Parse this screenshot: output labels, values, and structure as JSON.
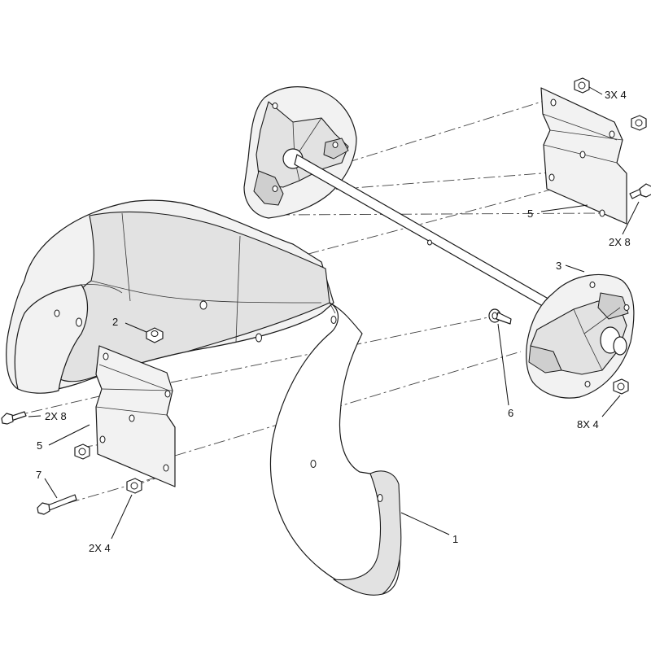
{
  "callouts": {
    "c1": "1",
    "c2": "2",
    "c3": "3",
    "c5_right": "5",
    "c5_left": "5",
    "c6": "6",
    "c7": "7",
    "qty_3x4": "3X 4",
    "qty_2x8_right": "2X 8",
    "qty_2x8_left": "2X 8",
    "qty_8x4": "8X 4",
    "qty_2x4": "2X 4"
  },
  "colors": {
    "line": "#1a1a1a",
    "fill_light": "#f2f2f2",
    "fill_mid": "#e2e2e2",
    "fill_dark": "#cfcfcf"
  }
}
